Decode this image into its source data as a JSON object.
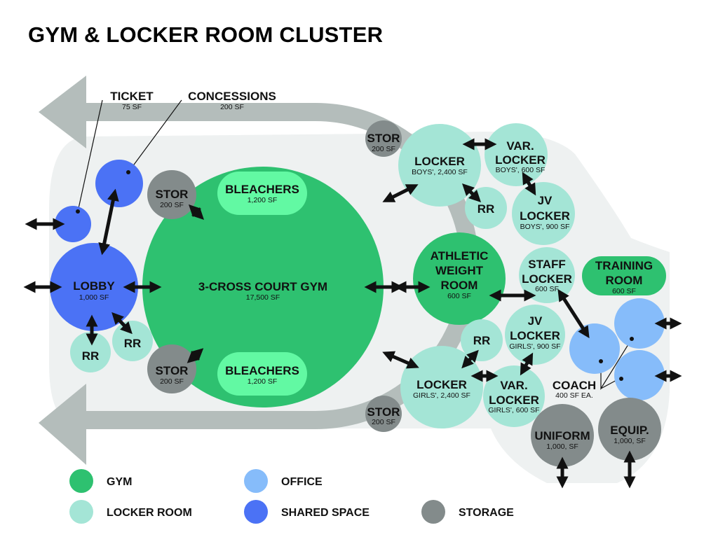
{
  "title": "GYM & LOCKER ROOM CLUSTER",
  "colors": {
    "gym": "#2ec170",
    "bleachers": "#62f9a3",
    "locker_room": "#a4e5d6",
    "office": "#86bcfa",
    "shared_space": "#4b72f5",
    "storage": "#838b8b",
    "circulation": "#b4bdbb",
    "zone_background": "#eef1f1",
    "arrow": "#111111"
  },
  "callouts": {
    "ticket": {
      "name": "TICKET",
      "area": "75 SF"
    },
    "concessions": {
      "name": "CONCESSIONS",
      "area": "200 SF"
    },
    "coach": {
      "name": "COACH",
      "area": "400 SF EA."
    }
  },
  "spaces": {
    "lobby": {
      "name": "LOBBY",
      "area": "1,000 SF",
      "category": "shared_space"
    },
    "ticket": {
      "category": "shared_space"
    },
    "concessions": {
      "category": "shared_space"
    },
    "rr_lobby_1": {
      "name": "RR",
      "category": "locker_room"
    },
    "rr_lobby_2": {
      "name": "RR",
      "category": "locker_room"
    },
    "gym": {
      "name": "3-CROSS COURT GYM",
      "area": "17,500 SF",
      "category": "gym"
    },
    "bleachers_top": {
      "name": "BLEACHERS",
      "area": "1,200 SF"
    },
    "bleachers_bottom": {
      "name": "BLEACHERS",
      "area": "1,200 SF"
    },
    "stor_gym_top": {
      "name": "STOR",
      "area": "200 SF",
      "category": "storage"
    },
    "stor_gym_bottom": {
      "name": "STOR",
      "area": "200 SF",
      "category": "storage"
    },
    "stor_boys": {
      "name": "STOR",
      "area": "200 SF",
      "category": "storage"
    },
    "stor_girls": {
      "name": "STOR",
      "area": "200 SF",
      "category": "storage"
    },
    "locker_boys": {
      "name": "LOCKER",
      "area": "BOYS', 2,400 SF",
      "category": "locker_room"
    },
    "var_locker_boys": {
      "line1": "VAR.",
      "line2": "LOCKER",
      "area": "BOYS', 600 SF",
      "category": "locker_room"
    },
    "jv_locker_boys": {
      "line1": "JV",
      "line2": "LOCKER",
      "area": "BOYS', 900 SF",
      "category": "locker_room"
    },
    "rr_boys": {
      "name": "RR",
      "category": "locker_room"
    },
    "weight_room": {
      "line1": "ATHLETIC",
      "line2": "WEIGHT",
      "line3": "ROOM",
      "area": "600 SF",
      "category": "gym"
    },
    "staff_locker": {
      "line1": "STAFF",
      "line2": "LOCKER",
      "area": "600 SF",
      "category": "locker_room"
    },
    "training_room": {
      "line1": "TRAINING",
      "line2": "ROOM",
      "area": "600 SF",
      "category": "gym"
    },
    "jv_locker_girls": {
      "line1": "JV",
      "line2": "LOCKER",
      "area": "GIRLS', 900 SF",
      "category": "locker_room"
    },
    "rr_girls": {
      "name": "RR",
      "category": "locker_room"
    },
    "locker_girls": {
      "name": "LOCKER",
      "area": "GIRLS', 2,400 SF",
      "category": "locker_room"
    },
    "var_locker_girls": {
      "line1": "VAR.",
      "line2": "LOCKER",
      "area": "GIRLS', 600 SF",
      "category": "locker_room"
    },
    "coach_1": {
      "category": "office"
    },
    "coach_2": {
      "category": "office"
    },
    "coach_3": {
      "category": "office"
    },
    "uniform": {
      "name": "UNIFORM",
      "area": "1,000, SF",
      "category": "storage"
    },
    "equip": {
      "name": "EQUIP.",
      "area": "1,000, SF",
      "category": "storage"
    }
  },
  "legend": [
    {
      "label": "GYM",
      "category": "gym"
    },
    {
      "label": "OFFICE",
      "category": "office"
    },
    {
      "label": "LOCKER ROOM",
      "category": "locker_room"
    },
    {
      "label": "SHARED SPACE",
      "category": "shared_space"
    },
    {
      "label": "STORAGE",
      "category": "storage"
    }
  ]
}
